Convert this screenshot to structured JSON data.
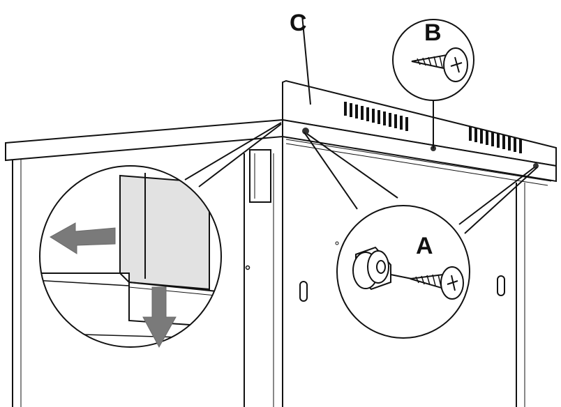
{
  "labels": {
    "a": "A",
    "b": "B",
    "c": "C"
  },
  "colors": {
    "line": "#111111",
    "arrow": "#7a7a7a",
    "panel": "#e2e2e2",
    "background": "#ffffff"
  },
  "icons": [
    "screw-icon",
    "spacer-icon",
    "arrow-left-icon",
    "arrow-down-icon"
  ]
}
